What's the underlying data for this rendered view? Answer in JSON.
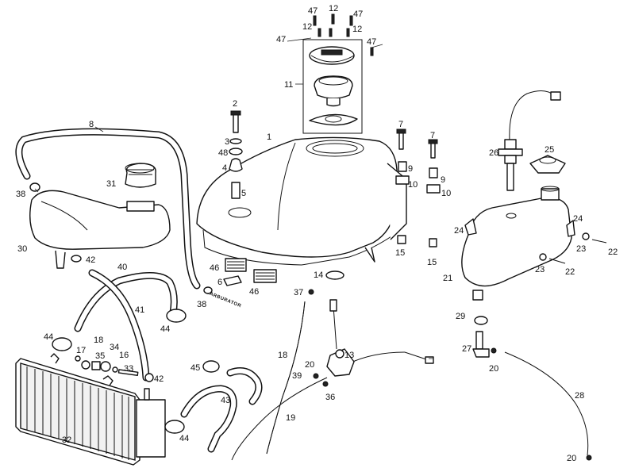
{
  "labels": [
    {
      "id": "p47a",
      "text": "47"
    },
    {
      "id": "p12a",
      "text": "12"
    },
    {
      "id": "p47b",
      "text": "47"
    },
    {
      "id": "p12b",
      "text": "12"
    },
    {
      "id": "p12c",
      "text": "12"
    },
    {
      "id": "p47c",
      "text": "47"
    },
    {
      "id": "p47d",
      "text": "47"
    },
    {
      "id": "p11",
      "text": "11"
    },
    {
      "id": "p2",
      "text": "2"
    },
    {
      "id": "p1",
      "text": "1"
    },
    {
      "id": "p3",
      "text": "3"
    },
    {
      "id": "p48",
      "text": "48"
    },
    {
      "id": "p4",
      "text": "4"
    },
    {
      "id": "p5",
      "text": "5"
    },
    {
      "id": "p8",
      "text": "8"
    },
    {
      "id": "p38a",
      "text": "38"
    },
    {
      "id": "p31",
      "text": "31"
    },
    {
      "id": "p30",
      "text": "30"
    },
    {
      "id": "p42a",
      "text": "42"
    },
    {
      "id": "p40",
      "text": "40"
    },
    {
      "id": "p46a",
      "text": "46"
    },
    {
      "id": "p6",
      "text": "6"
    },
    {
      "id": "p46b",
      "text": "46"
    },
    {
      "id": "p38b",
      "text": "38"
    },
    {
      "id": "p41",
      "text": "41"
    },
    {
      "id": "p44a",
      "text": "44"
    },
    {
      "id": "p44b",
      "text": "44"
    },
    {
      "id": "p17",
      "text": "17"
    },
    {
      "id": "p18",
      "text": "18"
    },
    {
      "id": "p35",
      "text": "35"
    },
    {
      "id": "p34",
      "text": "34"
    },
    {
      "id": "p16",
      "text": "16"
    },
    {
      "id": "p33",
      "text": "33"
    },
    {
      "id": "p42b",
      "text": "42"
    },
    {
      "id": "p45",
      "text": "45"
    },
    {
      "id": "p43",
      "text": "43"
    },
    {
      "id": "p32",
      "text": "32"
    },
    {
      "id": "p44c",
      "text": "44"
    },
    {
      "id": "p7a",
      "text": "7"
    },
    {
      "id": "p9a",
      "text": "9"
    },
    {
      "id": "p10a",
      "text": "10"
    },
    {
      "id": "p15a",
      "text": "15"
    },
    {
      "id": "p7b",
      "text": "7"
    },
    {
      "id": "p9b",
      "text": "9"
    },
    {
      "id": "p10b",
      "text": "10"
    },
    {
      "id": "p15b",
      "text": "15"
    },
    {
      "id": "p14",
      "text": "14"
    },
    {
      "id": "p37",
      "text": "37"
    },
    {
      "id": "p18b",
      "text": "18"
    },
    {
      "id": "p20a",
      "text": "20"
    },
    {
      "id": "p39",
      "text": "39"
    },
    {
      "id": "p13",
      "text": "13"
    },
    {
      "id": "p36",
      "text": "36"
    },
    {
      "id": "p19",
      "text": "19"
    },
    {
      "id": "p26",
      "text": "26"
    },
    {
      "id": "p25",
      "text": "25"
    },
    {
      "id": "p24a",
      "text": "24"
    },
    {
      "id": "p24b",
      "text": "24"
    },
    {
      "id": "p23a",
      "text": "23"
    },
    {
      "id": "p22a",
      "text": "22"
    },
    {
      "id": "p23b",
      "text": "23"
    },
    {
      "id": "p22b",
      "text": "22"
    },
    {
      "id": "p21",
      "text": "21"
    },
    {
      "id": "p29",
      "text": "29"
    },
    {
      "id": "p27",
      "text": "27"
    },
    {
      "id": "p20b",
      "text": "20"
    },
    {
      "id": "p28",
      "text": "28"
    },
    {
      "id": "p20c",
      "text": "20"
    }
  ],
  "stamp_text": "CARBURATOR"
}
